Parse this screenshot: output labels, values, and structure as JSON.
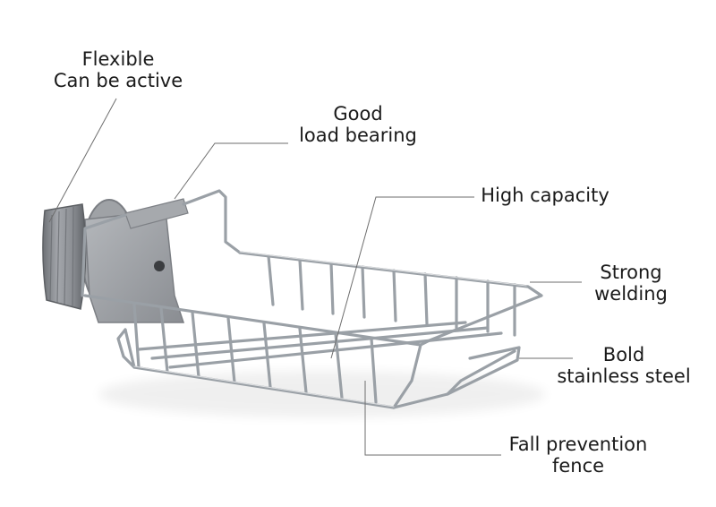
{
  "callouts": {
    "flexible": {
      "line1": "Flexible",
      "line2": "Can be active"
    },
    "load": {
      "line1": "Good",
      "line2": "load bearing"
    },
    "capacity": {
      "line1": "High capacity"
    },
    "welding": {
      "line1": "Strong",
      "line2": "welding"
    },
    "steel": {
      "line1": "Bold",
      "line2": "stainless steel"
    },
    "fence": {
      "line1": "Fall prevention",
      "line2": "fence"
    }
  },
  "colors": {
    "text": "#1a1a1a",
    "leader": "#6e6e6e",
    "wire": "#9aa0a6",
    "clamp": "#8e9196"
  }
}
